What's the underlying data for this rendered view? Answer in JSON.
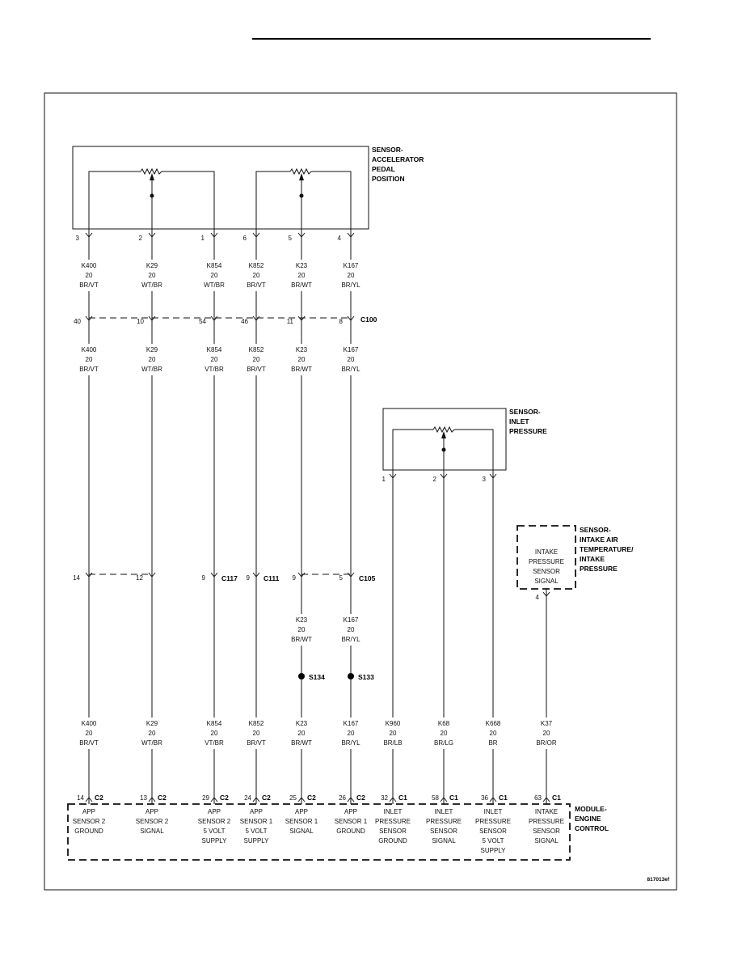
{
  "page": {
    "figure_id": "817013ef"
  },
  "app_sensor": {
    "label": [
      "SENSOR-",
      "ACCELERATOR",
      "PEDAL",
      "POSITION"
    ]
  },
  "inlet_sensor": {
    "label": [
      "SENSOR-",
      "INLET",
      "PRESSURE"
    ]
  },
  "iat_sensor": {
    "label": [
      "SENSOR-",
      "INTAKE AIR",
      "TEMPERATURE/",
      "INTAKE",
      "PRESSURE"
    ],
    "inner": [
      "INTAKE",
      "PRESSURE",
      "SENSOR",
      "SIGNAL"
    ]
  },
  "ecm": {
    "label": [
      "MODULE-",
      "ENGINE",
      "CONTROL"
    ]
  },
  "connectors": {
    "c100": "C100",
    "c117": "C117",
    "c111": "C111",
    "c105": "C105"
  },
  "splices": {
    "s134": "S134",
    "s133": "S133"
  },
  "circuits": [
    {
      "id": "a",
      "sensor_pin": "3",
      "c100_pin": "40",
      "mid_pin": "14",
      "w1": [
        "K400",
        "20",
        "BR/VT"
      ],
      "w2": [
        "K400",
        "20",
        "BR/VT"
      ],
      "w4": [
        "K400",
        "20",
        "BR/VT"
      ],
      "ecm_pin": "14",
      "ecm_conn": "C2",
      "ecm_label": [
        "APP",
        "SENSOR 2",
        "GROUND"
      ]
    },
    {
      "id": "b",
      "sensor_pin": "2",
      "c100_pin": "10",
      "mid_pin": "12",
      "w1": [
        "K29",
        "20",
        "WT/BR"
      ],
      "w2": [
        "K29",
        "20",
        "WT/BR"
      ],
      "w4": [
        "K29",
        "20",
        "WT/BR"
      ],
      "ecm_pin": "13",
      "ecm_conn": "C2",
      "ecm_label": [
        "APP",
        "SENSOR 2",
        "SIGNAL"
      ]
    },
    {
      "id": "c",
      "sensor_pin": "1",
      "c100_pin": "54",
      "mid_pin": "9",
      "w1": [
        "K854",
        "20",
        "WT/BR"
      ],
      "w2": [
        "K854",
        "20",
        "VT/BR"
      ],
      "w4": [
        "K854",
        "20",
        "VT/BR"
      ],
      "ecm_pin": "29",
      "ecm_conn": "C2",
      "ecm_label": [
        "APP",
        "SENSOR 2",
        "5 VOLT",
        "SUPPLY"
      ]
    },
    {
      "id": "d",
      "sensor_pin": "6",
      "c100_pin": "46",
      "mid_pin": "9",
      "w1": [
        "K852",
        "20",
        "BR/VT"
      ],
      "w2": [
        "K852",
        "20",
        "BR/VT"
      ],
      "w4": [
        "K852",
        "20",
        "BR/VT"
      ],
      "ecm_pin": "24",
      "ecm_conn": "C2",
      "ecm_label": [
        "APP",
        "SENSOR 1",
        "5 VOLT",
        "SUPPLY"
      ]
    },
    {
      "id": "e",
      "sensor_pin": "5",
      "c100_pin": "11",
      "mid_pin": "9",
      "w1": [
        "K23",
        "20",
        "BR/WT"
      ],
      "w2": [
        "K23",
        "20",
        "BR/WT"
      ],
      "w3": [
        "K23",
        "20",
        "BR/WT"
      ],
      "w4": [
        "K23",
        "20",
        "BR/WT"
      ],
      "ecm_pin": "25",
      "ecm_conn": "C2",
      "ecm_label": [
        "APP",
        "SENSOR 1",
        "SIGNAL"
      ]
    },
    {
      "id": "f",
      "sensor_pin": "4",
      "c100_pin": "8",
      "mid_pin": "5",
      "w1": [
        "K167",
        "20",
        "BR/YL"
      ],
      "w2": [
        "K167",
        "20",
        "BR/YL"
      ],
      "w3": [
        "K167",
        "20",
        "BR/YL"
      ],
      "w4": [
        "K167",
        "20",
        "BR/YL"
      ],
      "ecm_pin": "26",
      "ecm_conn": "C2",
      "ecm_label": [
        "APP",
        "SENSOR 1",
        "GROUND"
      ]
    },
    {
      "id": "g",
      "sensor_pin": "1",
      "w4": [
        "K960",
        "20",
        "BR/LB"
      ],
      "ecm_pin": "32",
      "ecm_conn": "C1",
      "ecm_label": [
        "INLET",
        "PRESSURE",
        "SENSOR",
        "GROUND"
      ]
    },
    {
      "id": "h",
      "sensor_pin": "2",
      "w4": [
        "K68",
        "20",
        "BR/LG"
      ],
      "ecm_pin": "58",
      "ecm_conn": "C1",
      "ecm_label": [
        "INLET",
        "PRESSURE",
        "SENSOR",
        "SIGNAL"
      ]
    },
    {
      "id": "i",
      "sensor_pin": "3",
      "w4": [
        "K668",
        "20",
        "BR"
      ],
      "ecm_pin": "36",
      "ecm_conn": "C1",
      "ecm_label": [
        "INLET",
        "PRESSURE",
        "SENSOR",
        "5 VOLT",
        "SUPPLY"
      ]
    },
    {
      "id": "j",
      "sensor_pin": "4",
      "w4": [
        "K37",
        "20",
        "BR/OR"
      ],
      "ecm_pin": "63",
      "ecm_conn": "C1",
      "ecm_label": [
        "INTAKE",
        "PRESSURE",
        "SENSOR",
        "SIGNAL"
      ]
    }
  ]
}
